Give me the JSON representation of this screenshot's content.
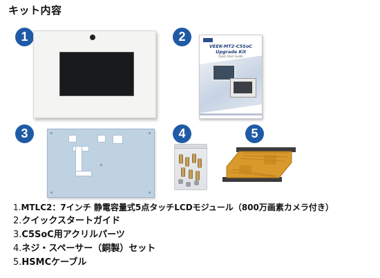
{
  "title": "キット内容",
  "badges": [
    "1",
    "2",
    "3",
    "4",
    "5"
  ],
  "manual_cover": {
    "title_line1": "VEEK-MT2-C5SoC",
    "title_line2": "Upgrade Kit",
    "subtitle": "Quick Start Guide"
  },
  "items": [
    {
      "num": "1.",
      "text": "MTLC2：7インチ 静電容量式5点タッチLCDモジュール（800万画素カメラ付き）"
    },
    {
      "num": "2.",
      "text": "クイックスタートガイド"
    },
    {
      "num": "3.",
      "text": "C5SoC用アクリルパーツ"
    },
    {
      "num": "4.",
      "text": "ネジ・スペーサー（銅製）セット"
    },
    {
      "num": "5.",
      "text": "HSMCケーブル"
    }
  ],
  "colors": {
    "badge": "#1f5aa6",
    "plate": "#bfd2e2",
    "cable": "#d99a2b",
    "screen": "#191a1c"
  }
}
